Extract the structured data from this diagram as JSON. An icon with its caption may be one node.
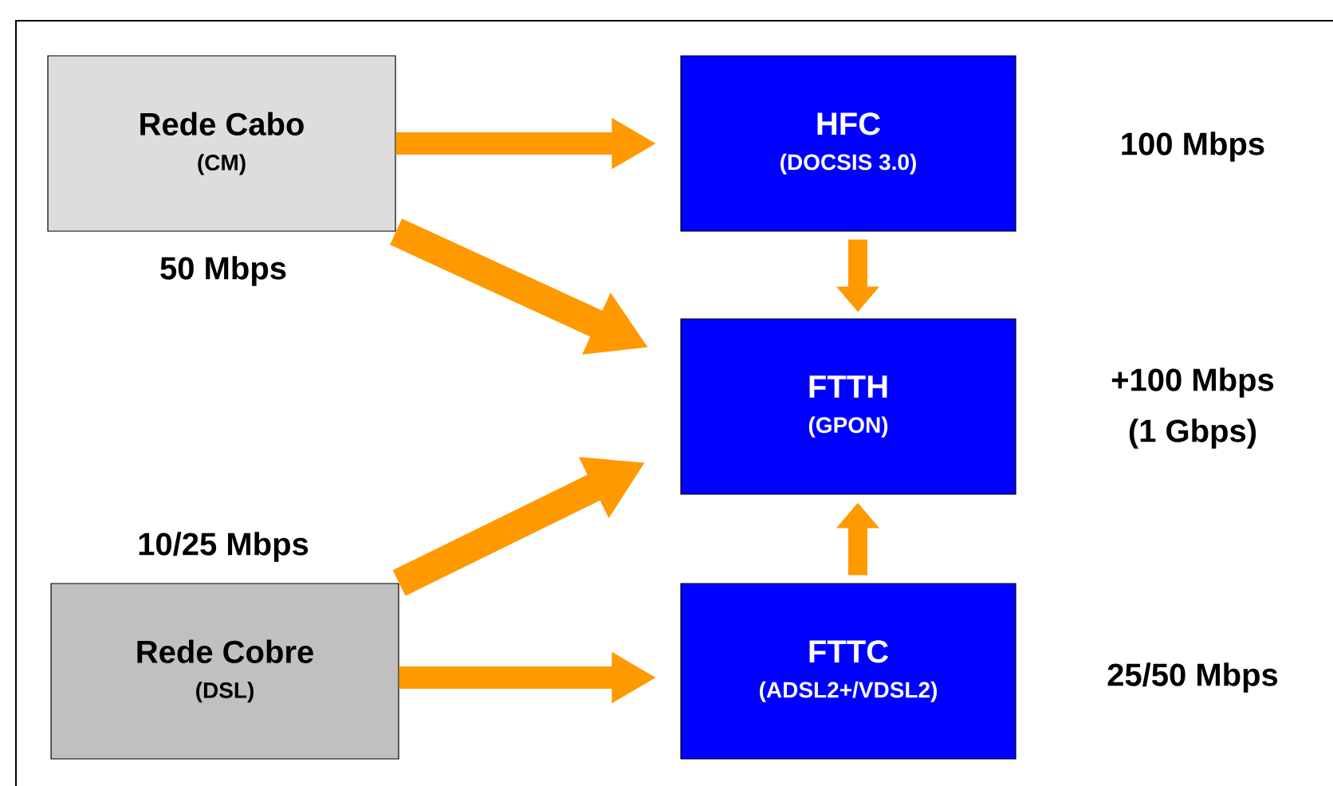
{
  "diagram": {
    "nodes": [
      {
        "text": [
          "Rede Cabo",
          "(CM)"
        ],
        "beside": [
          "50 Mbps"
        ]
      },
      {
        "text": [
          "HFC",
          "(DOCSIS 3.0)"
        ],
        "beside": [
          "100 Mbps"
        ]
      },
      {
        "text": [
          "FTTH",
          "(GPON)"
        ],
        "beside": [
          "+100 Mbps",
          "(1 Gbps)"
        ]
      },
      {
        "text": [
          "Rede Cobre",
          "(DSL)"
        ],
        "beside": [
          "10/25 Mbps"
        ]
      },
      {
        "text": [
          "FTTC",
          "(ADSL2+/VDSL2)"
        ],
        "beside": [
          "25/50 Mbps"
        ]
      }
    ],
    "edges": [
      {
        "from": 0,
        "to": 1,
        "arrow": "to"
      },
      {
        "from": 0,
        "to": 2,
        "arrow": "to"
      },
      {
        "from": 1,
        "to": 2,
        "arrow": "to"
      },
      {
        "from": 3,
        "to": 2,
        "arrow": "to"
      },
      {
        "from": 3,
        "to": 4,
        "arrow": "to"
      },
      {
        "from": 4,
        "to": 2,
        "arrow": "to"
      }
    ]
  }
}
